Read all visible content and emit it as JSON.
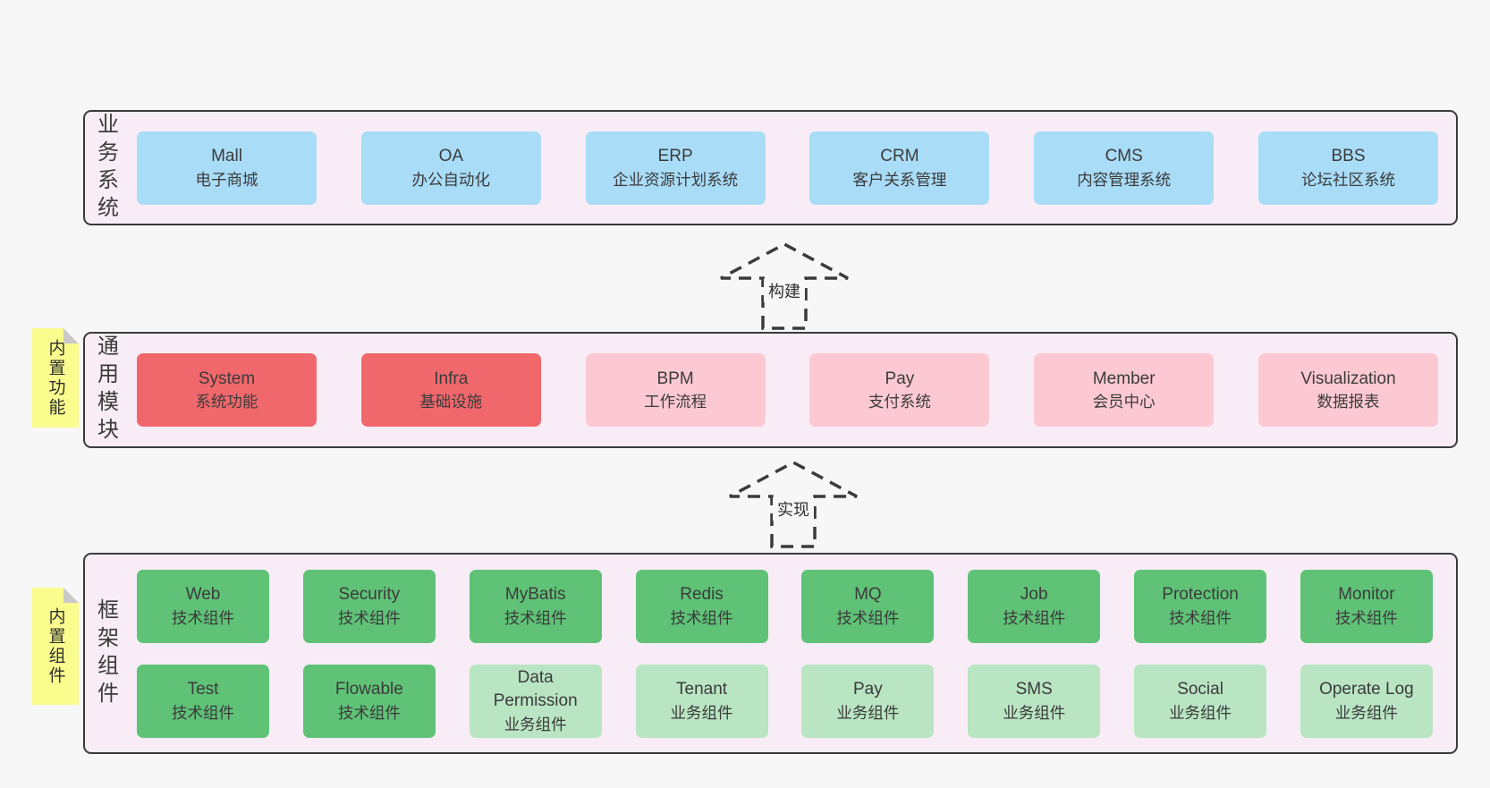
{
  "palette": {
    "background": "#f7f7f7",
    "band_fill": "#f8edf6",
    "band_border": "#3b3b3b",
    "blue": "#a9dcf7",
    "red": "#f0686c",
    "pink": "#fcc9d2",
    "green": "#5fc277",
    "light_green": "#b9e5c3",
    "sticky_yellow": "#fafc8d",
    "fold_gray": "#c9c9c9",
    "text": "#3b3b3b"
  },
  "arrows": {
    "build": "构建",
    "implement": "实现"
  },
  "bands": {
    "business": {
      "label": "业务系统",
      "boxes": [
        {
          "title": "Mall",
          "subtitle": "电子商城",
          "variant": "blue"
        },
        {
          "title": "OA",
          "subtitle": "办公自动化",
          "variant": "blue"
        },
        {
          "title": "ERP",
          "subtitle": "企业资源计划系统",
          "variant": "blue"
        },
        {
          "title": "CRM",
          "subtitle": "客户关系管理",
          "variant": "blue"
        },
        {
          "title": "CMS",
          "subtitle": "内容管理系统",
          "variant": "blue"
        },
        {
          "title": "BBS",
          "subtitle": "论坛社区系统",
          "variant": "blue"
        }
      ]
    },
    "modules": {
      "label": "通用模块",
      "sticky": "内置功能",
      "boxes": [
        {
          "title": "System",
          "subtitle": "系统功能",
          "variant": "red"
        },
        {
          "title": "Infra",
          "subtitle": "基础设施",
          "variant": "red"
        },
        {
          "title": "BPM",
          "subtitle": "工作流程",
          "variant": "pink"
        },
        {
          "title": "Pay",
          "subtitle": "支付系统",
          "variant": "pink"
        },
        {
          "title": "Member",
          "subtitle": "会员中心",
          "variant": "pink"
        },
        {
          "title": "Visualization",
          "subtitle": "数据报表",
          "variant": "pink"
        }
      ]
    },
    "components": {
      "label": "框架组件",
      "sticky": "内置组件",
      "row1": [
        {
          "title": "Web",
          "subtitle": "技术组件",
          "variant": "green"
        },
        {
          "title": "Security",
          "subtitle": "技术组件",
          "variant": "green"
        },
        {
          "title": "MyBatis",
          "subtitle": "技术组件",
          "variant": "green"
        },
        {
          "title": "Redis",
          "subtitle": "技术组件",
          "variant": "green"
        },
        {
          "title": "MQ",
          "subtitle": "技术组件",
          "variant": "green"
        },
        {
          "title": "Job",
          "subtitle": "技术组件",
          "variant": "green"
        },
        {
          "title": "Protection",
          "subtitle": "技术组件",
          "variant": "green"
        },
        {
          "title": "Monitor",
          "subtitle": "技术组件",
          "variant": "green"
        }
      ],
      "row2": [
        {
          "title": "Test",
          "subtitle": "技术组件",
          "variant": "green"
        },
        {
          "title": "Flowable",
          "subtitle": "技术组件",
          "variant": "green"
        },
        {
          "title": "Data\nPermission",
          "subtitle": "业务组件",
          "variant": "light-green"
        },
        {
          "title": "Tenant",
          "subtitle": "业务组件",
          "variant": "light-green"
        },
        {
          "title": "Pay",
          "subtitle": "业务组件",
          "variant": "light-green"
        },
        {
          "title": "SMS",
          "subtitle": "业务组件",
          "variant": "light-green"
        },
        {
          "title": "Social",
          "subtitle": "业务组件",
          "variant": "light-green"
        },
        {
          "title": "Operate Log",
          "subtitle": "业务组件",
          "variant": "light-green"
        }
      ]
    }
  }
}
